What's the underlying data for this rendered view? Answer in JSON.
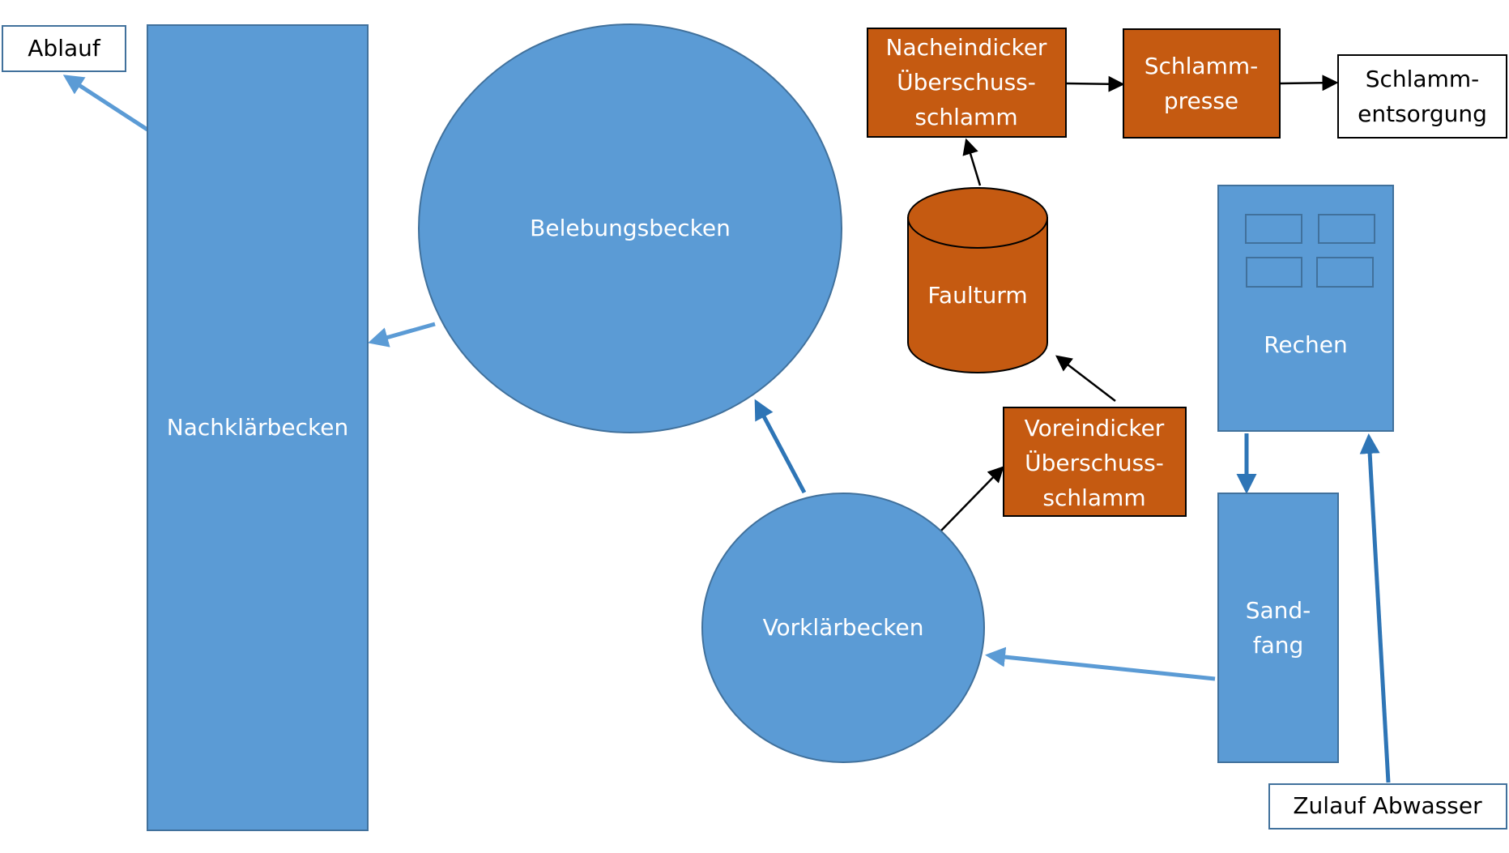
{
  "colors": {
    "blue_fill": "#5b9bd5",
    "blue_stroke": "#41719c",
    "blue_arrow": "#5b9bd5",
    "dark_blue_arrow": "#2e75b6",
    "orange_fill": "#c55a11",
    "black": "#000000",
    "white": "#ffffff"
  },
  "nodes": {
    "ablauf": {
      "text": "Ablauf"
    },
    "nachklaerbecken": {
      "text": "Nachklärbecken"
    },
    "belebungsbecken": {
      "text": "Belebungsbecken"
    },
    "vorklaerbecken": {
      "text": "Vorklärbecken"
    },
    "nacheindicker": {
      "lines": [
        "Nacheindicker",
        "Überschuss-",
        "schlamm"
      ]
    },
    "schlammpresse": {
      "lines": [
        "Schlamm-",
        "presse"
      ]
    },
    "schlammentsorgung": {
      "lines": [
        "Schlamm-",
        "entsorgung"
      ]
    },
    "faulturm": {
      "text": "Faulturm"
    },
    "rechen": {
      "text": "Rechen"
    },
    "voreindicker": {
      "lines": [
        "Voreindicker",
        "Überschuss-",
        "schlamm"
      ]
    },
    "sandfang": {
      "lines": [
        "Sand-",
        "fang"
      ]
    },
    "zulauf": {
      "text": "Zulauf Abwasser"
    }
  }
}
